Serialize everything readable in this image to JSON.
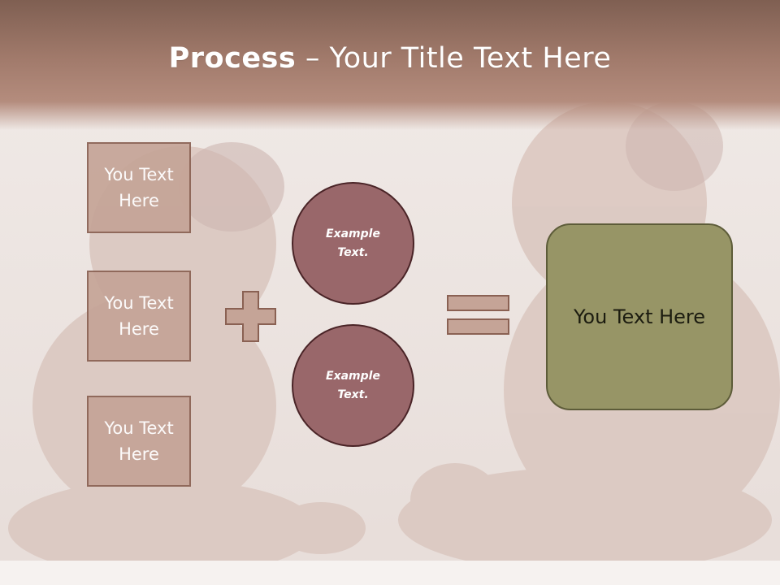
{
  "title": {
    "bold": "Process",
    "rest": " – Your Title Text Here"
  },
  "text_boxes": [
    {
      "label": "You Text Here"
    },
    {
      "label": "You Text Here"
    },
    {
      "label": "You Text Here"
    }
  ],
  "circles": [
    {
      "label": "Example Text."
    },
    {
      "label": "Example Text."
    }
  ],
  "result": {
    "label": "You Text Here"
  },
  "colors": {
    "title_band": "#a17a6b",
    "text_box_fill": "#c5a497",
    "text_box_border": "#8a6153",
    "circle_fill": "#99676a",
    "circle_border": "#4a2427",
    "result_fill": "#979566",
    "result_border": "#5d5c39"
  },
  "icons": {
    "operator1": "plus-icon",
    "operator2": "equals-icon"
  }
}
